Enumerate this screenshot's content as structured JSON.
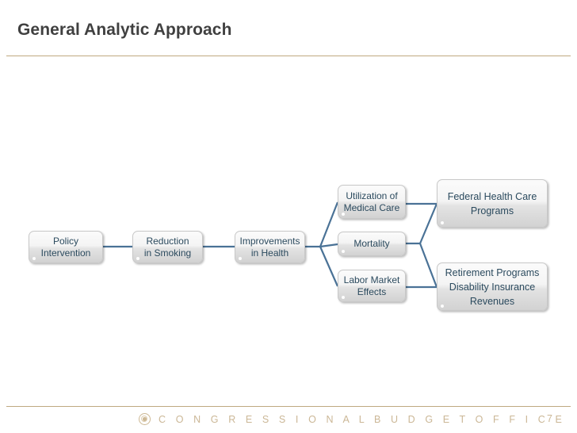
{
  "slide": {
    "title": "General Analytic Approach",
    "page_number": "7",
    "accent_rule_color": "#bfa980",
    "node_text_color": "#2b4a5e",
    "connector_color": "#4a7296",
    "footer_color": "#cbb796"
  },
  "diagram": {
    "type": "flow",
    "nodes": [
      {
        "id": "policy",
        "label": "Policy\nIntervention"
      },
      {
        "id": "smoking",
        "label": "Reduction\nin Smoking"
      },
      {
        "id": "improvements",
        "label": "Improvements\nin Health"
      },
      {
        "id": "utilization",
        "label": "Utilization of\nMedical Care"
      },
      {
        "id": "mortality",
        "label": "Mortality"
      },
      {
        "id": "labor",
        "label": "Labor Market\nEffects"
      },
      {
        "id": "federal",
        "label": "Federal Health Care\nPrograms"
      },
      {
        "id": "retirement",
        "label": "Retirement Programs\nDisability Insurance\nRevenues"
      }
    ],
    "edges": [
      {
        "from": "policy",
        "to": "smoking"
      },
      {
        "from": "smoking",
        "to": "improvements"
      },
      {
        "from": "improvements",
        "to": "utilization"
      },
      {
        "from": "improvements",
        "to": "mortality"
      },
      {
        "from": "improvements",
        "to": "labor"
      },
      {
        "from": "utilization",
        "to": "federal"
      },
      {
        "from": "mortality",
        "to": "federal"
      },
      {
        "from": "mortality",
        "to": "retirement"
      },
      {
        "from": "labor",
        "to": "retirement"
      }
    ]
  },
  "footer": {
    "organization": "C O N G R E S S I O N A L   B U D G E T   O F F I C E",
    "seal_icon": "cbo-seal-icon"
  }
}
